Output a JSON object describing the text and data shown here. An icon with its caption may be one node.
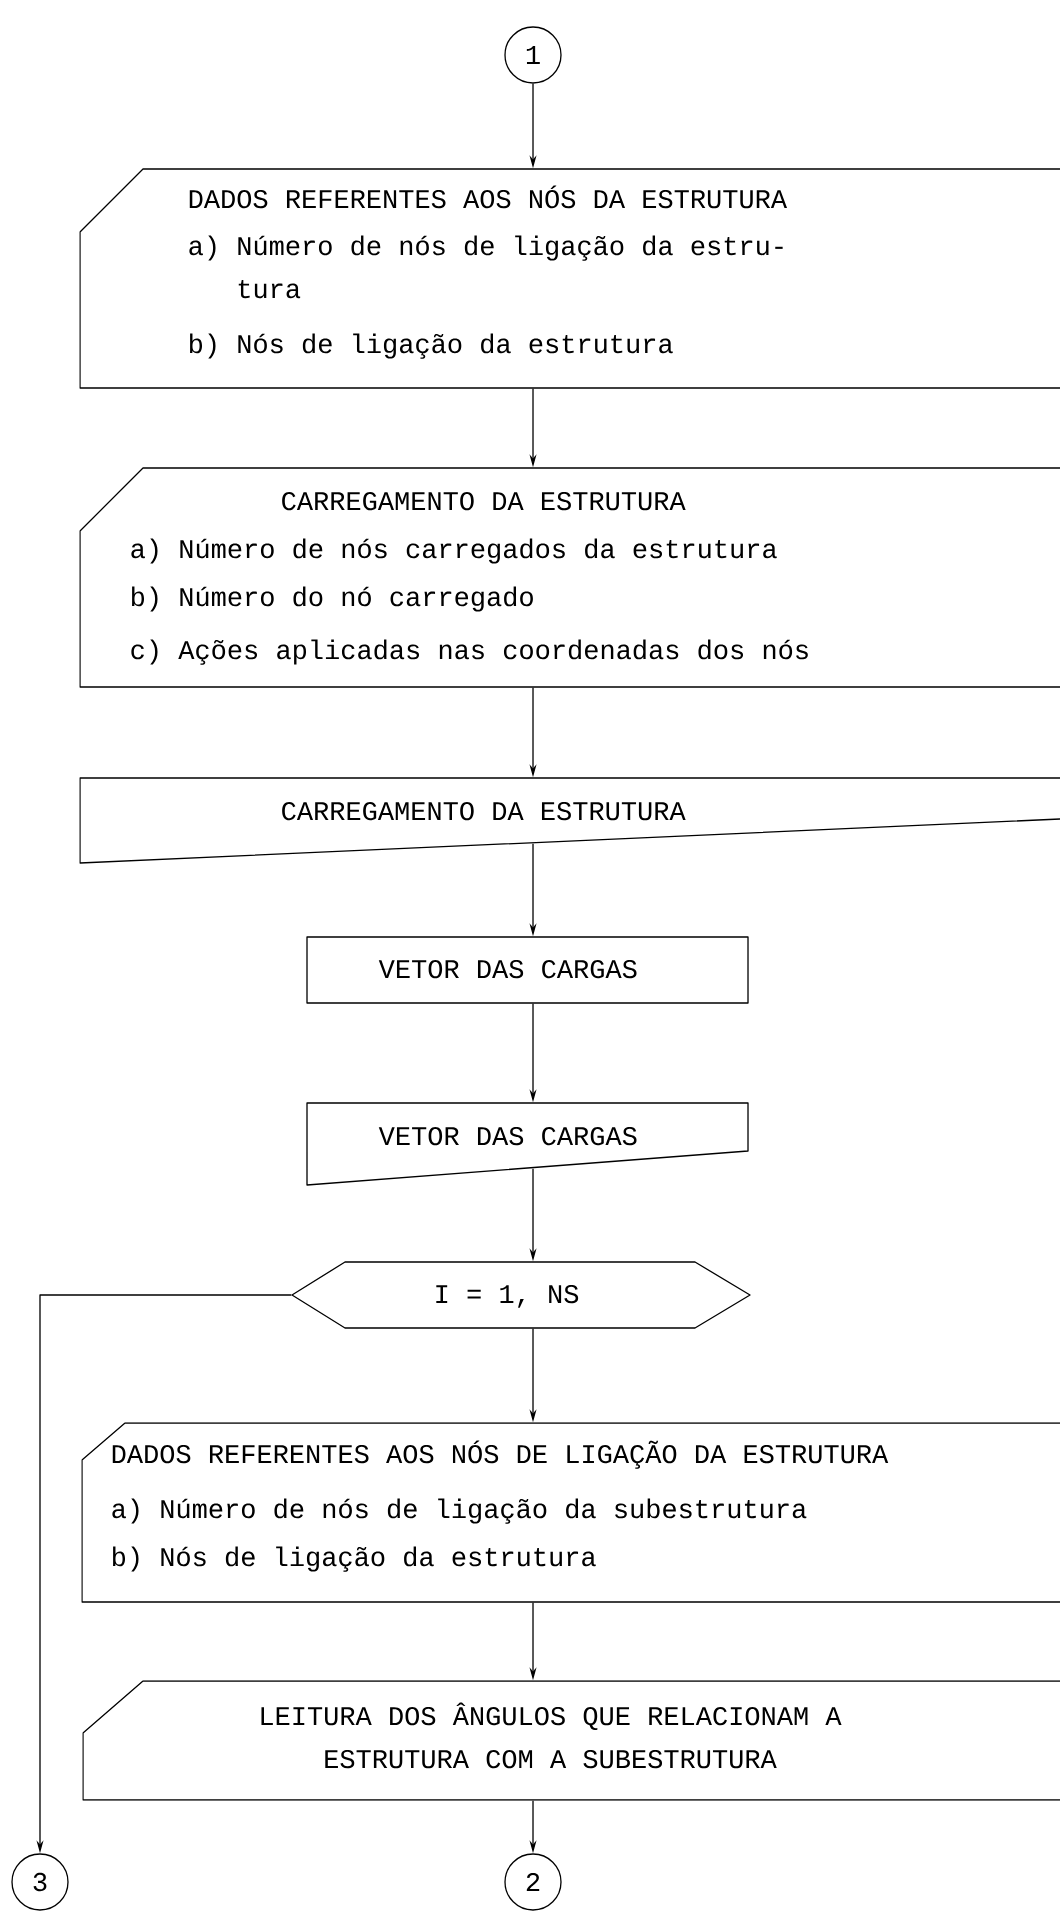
{
  "diagram": {
    "nodes": [
      {
        "text": [
          "1"
        ]
      },
      {
        "text": [
          "DADOS REFERENTES AOS NÓS DA ESTRUTURA",
          "a) Número de nós de ligação da estru- tura",
          "b) Nós de ligação da estrutura"
        ]
      },
      {
        "text": [
          "CARREGAMENTO DA ESTRUTURA",
          "a) Número de nós carregados da estrutura",
          "b) Número do nó carregado",
          "c) Ações aplicadas nas coordenadas dos nós"
        ]
      },
      {
        "text": [
          "CARREGAMENTO DA ESTRUTURA"
        ]
      },
      {
        "text": [
          "VETOR DAS CARGAS"
        ]
      },
      {
        "text": [
          "VETOR DAS CARGAS"
        ]
      },
      {
        "text": [
          "I = 1, NS"
        ]
      },
      {
        "text": [
          "DADOS REFERENTES AOS NÓS DE LIGAÇÃO DA ESTRUTURA",
          "a) Número de nós de ligação da subestrutura",
          "b) Nós de ligação da estrutura"
        ]
      },
      {
        "text": [
          "LEITURA DOS ÂNGULOS QUE RELACIONAM A ESTRUTURA COM A SUBESTRUTURA"
        ]
      },
      {
        "text": [
          "3"
        ]
      },
      {
        "text": [
          "2"
        ]
      }
    ],
    "edges": [
      {
        "from": 0,
        "to": 1,
        "arrow": "to"
      },
      {
        "from": 1,
        "to": 2,
        "arrow": "to"
      },
      {
        "from": 2,
        "to": 3,
        "arrow": "to"
      },
      {
        "from": 3,
        "to": 4,
        "arrow": "to"
      },
      {
        "from": 4,
        "to": 5,
        "arrow": "to"
      },
      {
        "from": 5,
        "to": 6,
        "arrow": "to"
      },
      {
        "from": 6,
        "to": 7,
        "arrow": "to"
      },
      {
        "from": 7,
        "to": 8,
        "arrow": "to"
      },
      {
        "from": 8,
        "to": 10,
        "arrow": "to"
      },
      {
        "from": 6,
        "to": 9,
        "arrow": "to"
      }
    ]
  }
}
